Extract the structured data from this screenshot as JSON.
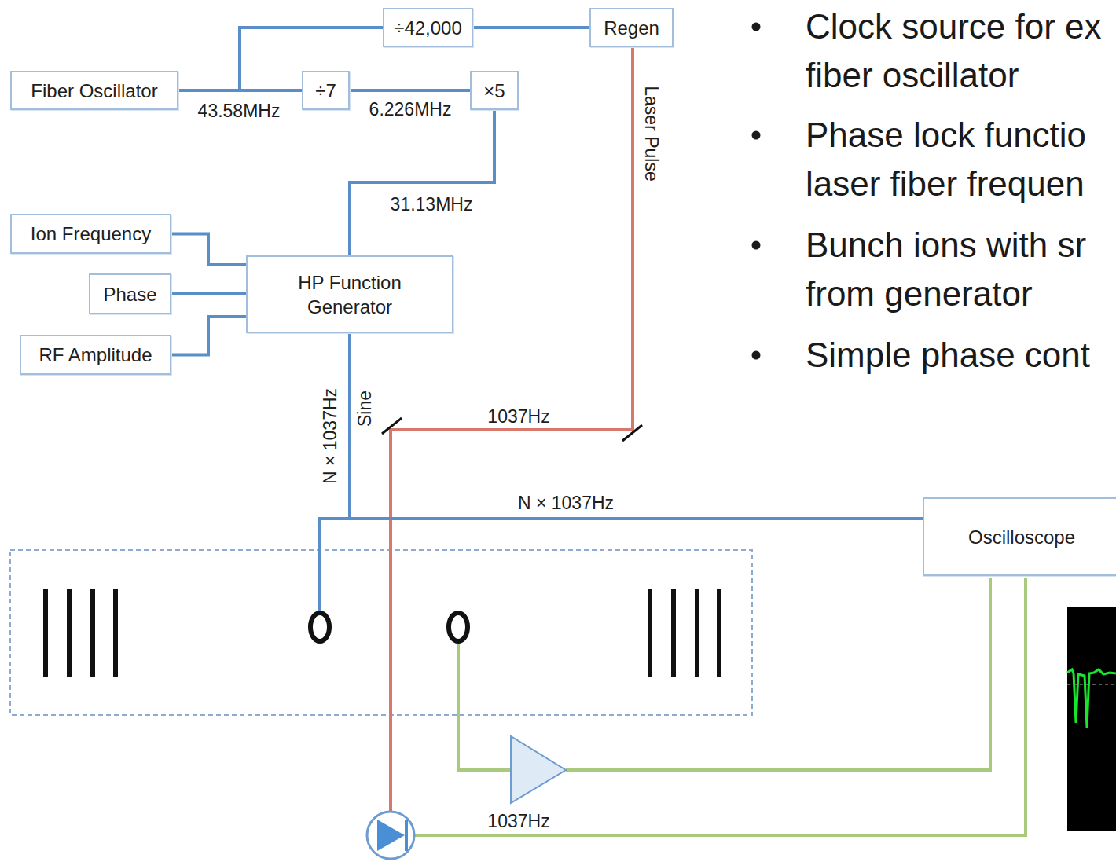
{
  "diagram": {
    "nodes": [
      {
        "text": [
          "÷42,000"
        ]
      },
      {
        "text": [
          "Regen"
        ]
      },
      {
        "text": [
          "Fiber Oscillator"
        ]
      },
      {
        "text": [
          "÷7"
        ]
      },
      {
        "text": [
          "×5"
        ]
      },
      {
        "text": [
          "Ion Frequency"
        ]
      },
      {
        "text": [
          "Phase"
        ]
      },
      {
        "text": [
          "RF Amplitude"
        ]
      },
      {
        "text": [
          "HP Function Generator"
        ]
      },
      {
        "text": [
          "Oscilloscope"
        ]
      }
    ],
    "edges": [
      {
        "from": 2,
        "to": 0,
        "arrow": "none"
      },
      {
        "from": 2,
        "to": 3,
        "arrow": "none"
      },
      {
        "from": 0,
        "to": 1,
        "arrow": "none"
      },
      {
        "from": 3,
        "to": 4,
        "arrow": "none"
      },
      {
        "from": 4,
        "to": 8,
        "arrow": "none"
      },
      {
        "from": 5,
        "to": 8,
        "arrow": "none"
      },
      {
        "from": 6,
        "to": 8,
        "arrow": "none"
      },
      {
        "from": 7,
        "to": 8,
        "arrow": "none"
      },
      {
        "from": 8,
        "to": 9,
        "arrow": "none"
      }
    ],
    "labels": [
      "43.58MHz",
      "6.226MHz",
      "31.13MHz",
      "Laser Pulse",
      "1037Hz",
      "Sine",
      "N × 1037Hz",
      "N × 1037Hz",
      "1037Hz",
      "Clock source for ex fiber oscillator",
      "Phase lock functio laser fiber frequen",
      "Bunch ions with sr from generator",
      "Simple phase cont"
    ]
  }
}
